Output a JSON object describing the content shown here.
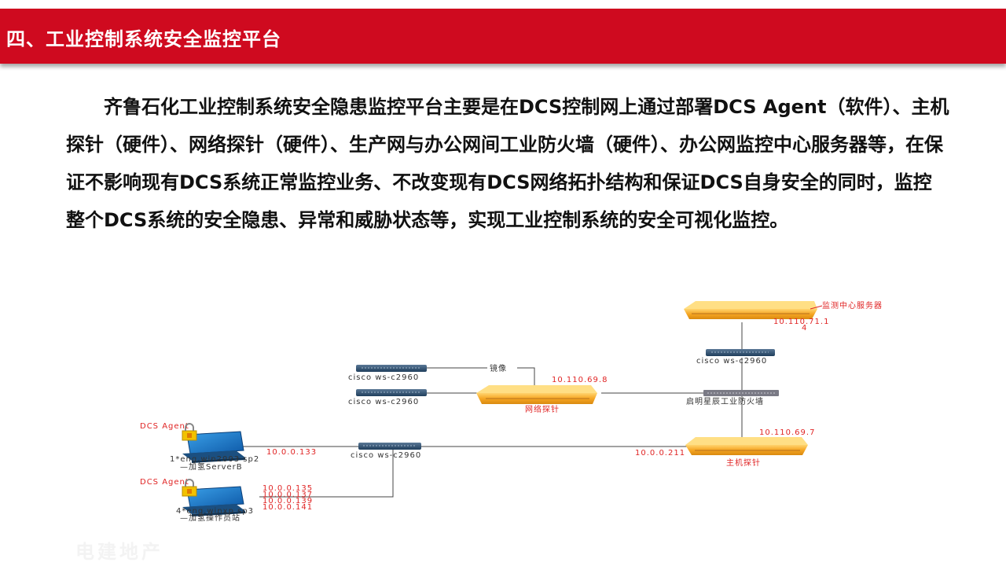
{
  "header": {
    "title": "四、工业控制系统安全监控平台",
    "accent_color": "#cf0a1f"
  },
  "intro": {
    "paragraph": "齐鲁石化工业控制系统安全隐患监控平台主要是在DCS控制网上通过部署DCS Agent（软件）、主机探针（硬件）、网络探针（硬件）、生产网与办公网间工业防火墙（硬件）、办公网监控中心服务器等，在保证不影响现有DCS系统正常监控业务、不改变现有DCS网络拓扑结构和保证DCS自身安全的同时，监控整个DCS系统的安全隐患、异常和威胁状态等，实现工业控制系统的安全可视化监控。"
  },
  "diagram": {
    "monitor_server": {
      "label": "监测中心服务器",
      "ip_line1": "10.110.71.1",
      "ip_line2": "4"
    },
    "top_switch": {
      "label": "cisco ws-c2960"
    },
    "mirror_label": "镜像",
    "switch_a": {
      "label": "cisco ws-c2960"
    },
    "switch_b": {
      "label": "cisco ws-c2960"
    },
    "network_probe": {
      "label": "网络探针",
      "ip": "10.110.69.8"
    },
    "firewall": {
      "label": "启明星辰工业防火墙"
    },
    "host_probe": {
      "label": "主机探针",
      "ip_top": "10.110.69.7",
      "ip_left": "10.0.0.211"
    },
    "core_switch": {
      "label": "cisco ws-c2960"
    },
    "agent1": {
      "tag": "DCS Agent",
      "line1": "1*eng.win2003 sp2",
      "line2": "—加氢ServerB",
      "ip": "10.0.0.133"
    },
    "agent2": {
      "tag": "DCS Agent",
      "line1": "4*eng.winxp sp3",
      "line2": "—加氢操作员站",
      "ips": [
        "10.0.0.135",
        "10.0.0.137",
        "10.0.0.139",
        "10.0.0.141"
      ]
    },
    "colors": {
      "appliance_orange": "#f6a623",
      "switch_navy": "#1f3e5c",
      "label_red": "#e02424",
      "lock_yellow": "#f2c200"
    },
    "icons": {
      "appliance": "rack-appliance-icon",
      "switch": "network-switch-icon",
      "firewall": "firewall-icon",
      "workstation": "workstation-icon",
      "agent": "lock-shield-icon"
    }
  },
  "watermark": "电建地产"
}
